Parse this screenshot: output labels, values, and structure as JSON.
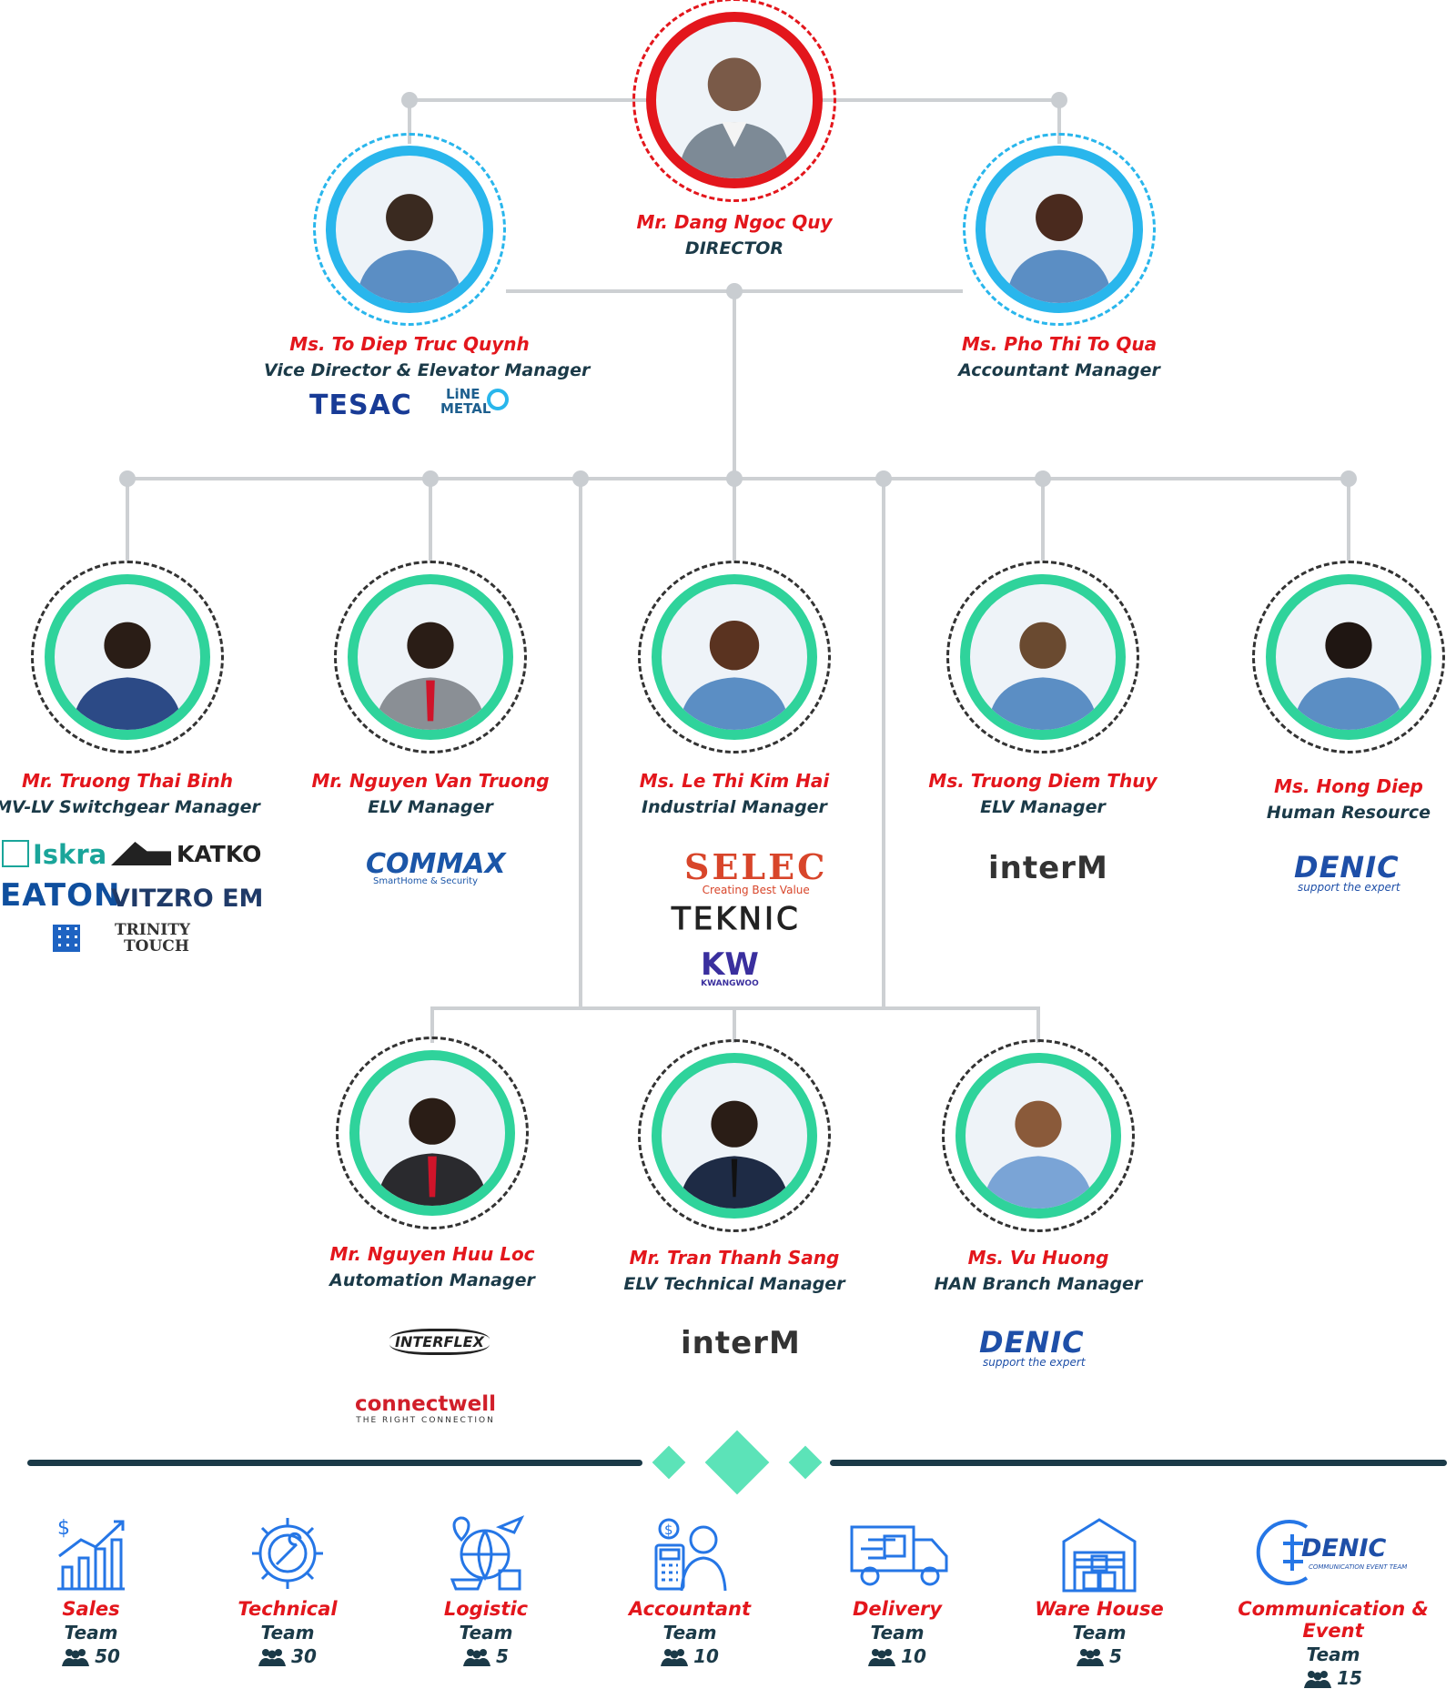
{
  "director": {
    "name": "Mr. Dang Ngoc Quy",
    "role": "DIRECTOR"
  },
  "vice": {
    "name": "Ms. To Diep Truc Quynh",
    "role": "Vice Director & Elevator Manager",
    "logos": [
      "TESAC",
      "LiNE",
      "METAL"
    ]
  },
  "accountant": {
    "name": "Ms. Pho Thi To Qua",
    "role": "Accountant Manager"
  },
  "managers": [
    {
      "name": "Mr. Truong Thai Binh",
      "role": "MV-LV Switchgear Manager",
      "logos": [
        "Iskra",
        "KATKO",
        "EATON",
        "VITZRO EM",
        "TRINITY",
        "TOUCH"
      ]
    },
    {
      "name": "Mr. Nguyen Van Truong",
      "role": "ELV Manager",
      "logos": [
        "COMMAX",
        "SmartHome & Security"
      ]
    },
    {
      "name": "Ms. Le Thi Kim Hai",
      "role": "Industrial Manager",
      "logos": [
        "SELEC",
        "Creating Best Value",
        "TEKNIC",
        "KW",
        "KWANGWOO"
      ]
    },
    {
      "name": "Ms. Truong Diem Thuy",
      "role": "ELV Manager",
      "logos": [
        "interM"
      ]
    },
    {
      "name": "Ms. Hong Diep",
      "role": "Human Resource",
      "logos": [
        "DENIC",
        "support the expert"
      ]
    }
  ],
  "subs": [
    {
      "name": "Mr. Nguyen Huu Loc",
      "role": "Automation Manager",
      "logos": [
        "INTERFLEX",
        "connectwell",
        "THE RIGHT CONNECTION"
      ]
    },
    {
      "name": "Mr. Tran Thanh Sang",
      "role": "ELV Technical Manager",
      "logos": [
        "interM"
      ]
    },
    {
      "name": "Ms. Vu Huong",
      "role": "HAN Branch Manager",
      "logos": [
        "DENIC",
        "support the expert"
      ]
    }
  ],
  "teams": [
    {
      "name": "Sales",
      "suffix": "Team",
      "count": "50",
      "icon": "sales-chart-icon"
    },
    {
      "name": "Technical",
      "suffix": "Team",
      "count": "30",
      "icon": "gear-wrench-icon"
    },
    {
      "name": "Logistic",
      "suffix": "Team",
      "count": "5",
      "icon": "globe-logistics-icon"
    },
    {
      "name": "Accountant",
      "suffix": "Team",
      "count": "10",
      "icon": "calculator-accountant-icon"
    },
    {
      "name": "Delivery",
      "suffix": "Team",
      "count": "10",
      "icon": "delivery-truck-icon"
    },
    {
      "name": "Ware House",
      "suffix": "Team",
      "count": "5",
      "icon": "warehouse-icon"
    },
    {
      "name": "Communication & Event",
      "suffix": "Team",
      "count": "15",
      "icon": "denic-comm-icon",
      "logo": "DENIC",
      "logo_sub": "COMMUNICATION EVENT TEAM"
    }
  ],
  "colors": {
    "name_red": "#e3161c",
    "role_navy": "#1b3a48",
    "ring_red": "#e3161c",
    "ring_blue": "#29b6ec",
    "ring_green": "#2fd39b",
    "icon_blue": "#2576e6",
    "divider": "#1b3a48",
    "diamond": "#5ce3b8"
  }
}
